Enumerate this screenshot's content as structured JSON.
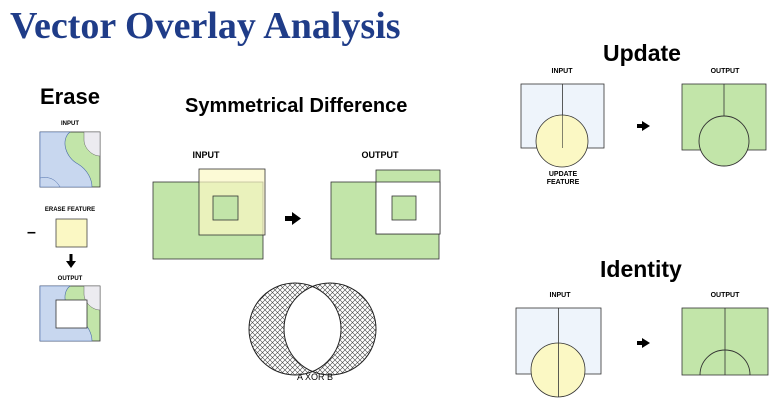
{
  "title": "Vector Overlay Analysis",
  "erase": {
    "heading": "Erase",
    "input_label": "INPUT",
    "erase_feature_label": "ERASE FEATURE",
    "output_label": "OUTPUT",
    "minus": "–"
  },
  "symdiff": {
    "heading": "Symmetrical Difference",
    "input_label": "INPUT",
    "output_label": "OUTPUT",
    "venn_label": "A  XOR B"
  },
  "update": {
    "heading": "Update",
    "input_label": "INPUT",
    "output_label": "OUTPUT",
    "feature_label_line1": "UPDATE",
    "feature_label_line2": "FEATURE"
  },
  "identity": {
    "heading": "Identity",
    "input_label": "INPUT",
    "output_label": "OUTPUT"
  },
  "colors": {
    "title": "#1f3c88",
    "green": "#c2e5a9",
    "yellow": "#fbf8c4",
    "lightblue": "#eef4fb",
    "water": "#c8d7ef",
    "gray": "#ecebf0"
  }
}
